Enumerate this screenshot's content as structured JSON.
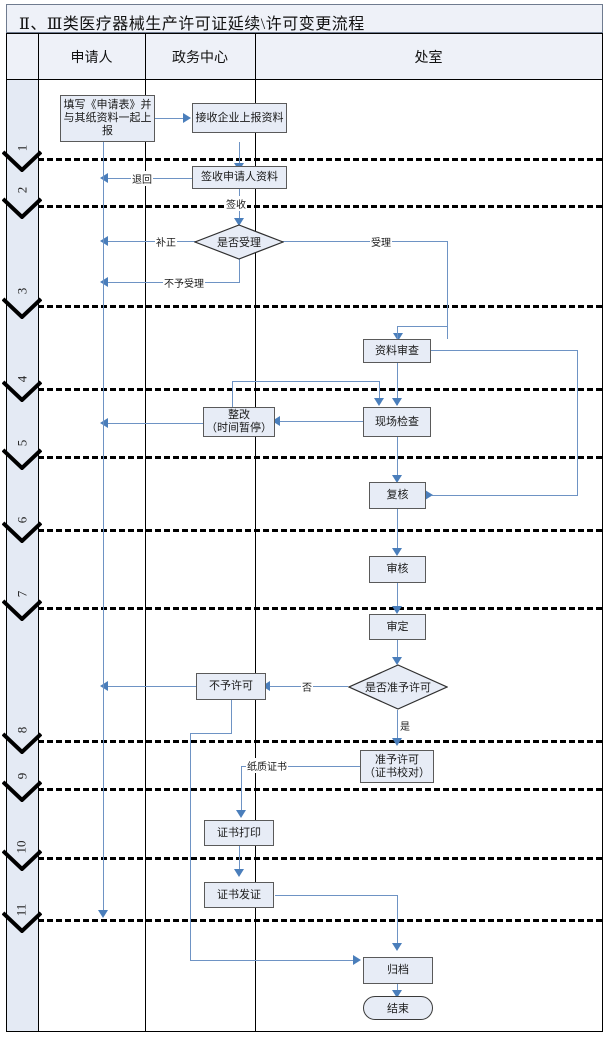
{
  "title": "Ⅱ、Ⅲ类医疗器械生产许可证延续\\许可变更流程",
  "columns": [
    {
      "key": "steps",
      "label": ""
    },
    {
      "key": "applicant",
      "label": "申请人"
    },
    {
      "key": "service_center",
      "label": "政务中心"
    },
    {
      "key": "office",
      "label": "处室"
    }
  ],
  "step_numbers": [
    "1",
    "2",
    "3",
    "4",
    "5",
    "6",
    "7",
    "8",
    "9",
    "10",
    "11"
  ],
  "nodes": [
    {
      "id": "n1",
      "label": "填写《申请表》并与其纸资料一起上报",
      "shape": "process",
      "lane": "applicant",
      "step": "1"
    },
    {
      "id": "n2",
      "label": "接收企业上报资料",
      "shape": "process",
      "lane": "service_center",
      "step": "1"
    },
    {
      "id": "n3",
      "label": "签收申请人资料",
      "shape": "process",
      "lane": "service_center",
      "step": "2"
    },
    {
      "id": "n4",
      "label": "是否受理",
      "shape": "decision",
      "lane": "service_center",
      "step": "3"
    },
    {
      "id": "n5",
      "label": "资料审查",
      "shape": "process",
      "lane": "office",
      "step": "4"
    },
    {
      "id": "n6",
      "label": "整改（时间暂停）",
      "shape": "process",
      "lane": "service_center",
      "step": "5"
    },
    {
      "id": "n7",
      "label": "现场检查",
      "shape": "process",
      "lane": "office",
      "step": "5"
    },
    {
      "id": "n8",
      "label": "复核",
      "shape": "process",
      "lane": "office",
      "step": "6"
    },
    {
      "id": "n9",
      "label": "审核",
      "shape": "process",
      "lane": "office",
      "step": "7"
    },
    {
      "id": "n10",
      "label": "审定",
      "shape": "process",
      "lane": "office",
      "step": "8"
    },
    {
      "id": "n11",
      "label": "是否准予许可",
      "shape": "decision",
      "lane": "office",
      "step": "8"
    },
    {
      "id": "n12",
      "label": "不予许可",
      "shape": "process",
      "lane": "service_center",
      "step": "8"
    },
    {
      "id": "n13",
      "label": "准予许可（证书校对）",
      "shape": "process",
      "lane": "office",
      "step": "9"
    },
    {
      "id": "n14",
      "label": "证书打印",
      "shape": "process",
      "lane": "service_center",
      "step": "10"
    },
    {
      "id": "n15",
      "label": "证书发证",
      "shape": "process",
      "lane": "service_center",
      "step": "11"
    },
    {
      "id": "n16",
      "label": "归档",
      "shape": "process",
      "lane": "office",
      "step": "11"
    },
    {
      "id": "n17",
      "label": "结束",
      "shape": "terminator",
      "lane": "office",
      "step": "11"
    }
  ],
  "edge_labels": {
    "return": "退回",
    "signed": "签收",
    "supplement": "补正",
    "accept": "受理",
    "not_accept": "不予受理",
    "no": "否",
    "yes": "是",
    "paper_cert": "纸质证书"
  },
  "node_text": {
    "n1_line1": "填写《申请表》并",
    "n1_line2": "与其纸资料一起上",
    "n1_line3": "报",
    "n6_line1": "整改",
    "n6_line2": "（时间暂停）",
    "n13_line1": "准予许可",
    "n13_line2": "（证书校对）"
  },
  "colors": {
    "header_fill": "#eef1f8",
    "lane_fill": "#e4eaf4",
    "box_fill": "#e7ecf6",
    "box_border": "#5a5a5a",
    "connector": "#6e93c4",
    "arrow": "#4a7ebb",
    "frame": "#000000"
  }
}
